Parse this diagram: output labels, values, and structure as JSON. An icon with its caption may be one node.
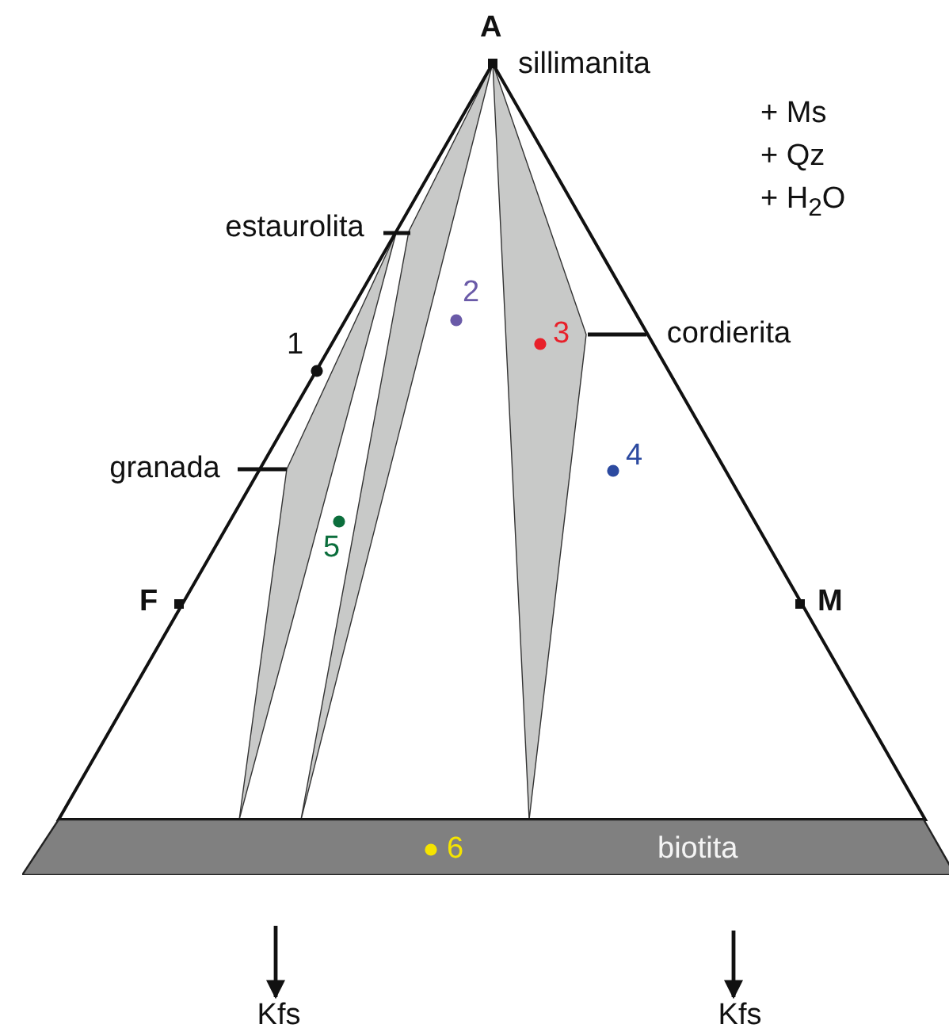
{
  "diagram": {
    "nodes": [
      {
        "text": [
          "estaurolita"
        ]
      },
      {
        "text": [
          "granada"
        ]
      },
      {
        "text": [
          "cordierita"
        ]
      },
      {
        "text": [
          "biotita"
        ]
      },
      {
        "text": [
          "Kfs"
        ]
      },
      {
        "text": [
          "Kfs"
        ]
      }
    ],
    "edges": [
      {
        "from": 0,
        "to": null,
        "arrow": "none"
      },
      {
        "from": 1,
        "to": null,
        "arrow": "none"
      },
      {
        "from": 2,
        "to": null,
        "arrow": "none"
      },
      {
        "from": null,
        "to": 4,
        "arrow": "to"
      },
      {
        "from": null,
        "to": 5,
        "arrow": "to"
      }
    ],
    "labels": [
      "A",
      "sillimanita",
      "+ Ms",
      "+ Qz",
      "+ H$_{2}$O",
      "2",
      "3",
      "1",
      "4",
      "5",
      "F",
      "M",
      "6"
    ]
  }
}
